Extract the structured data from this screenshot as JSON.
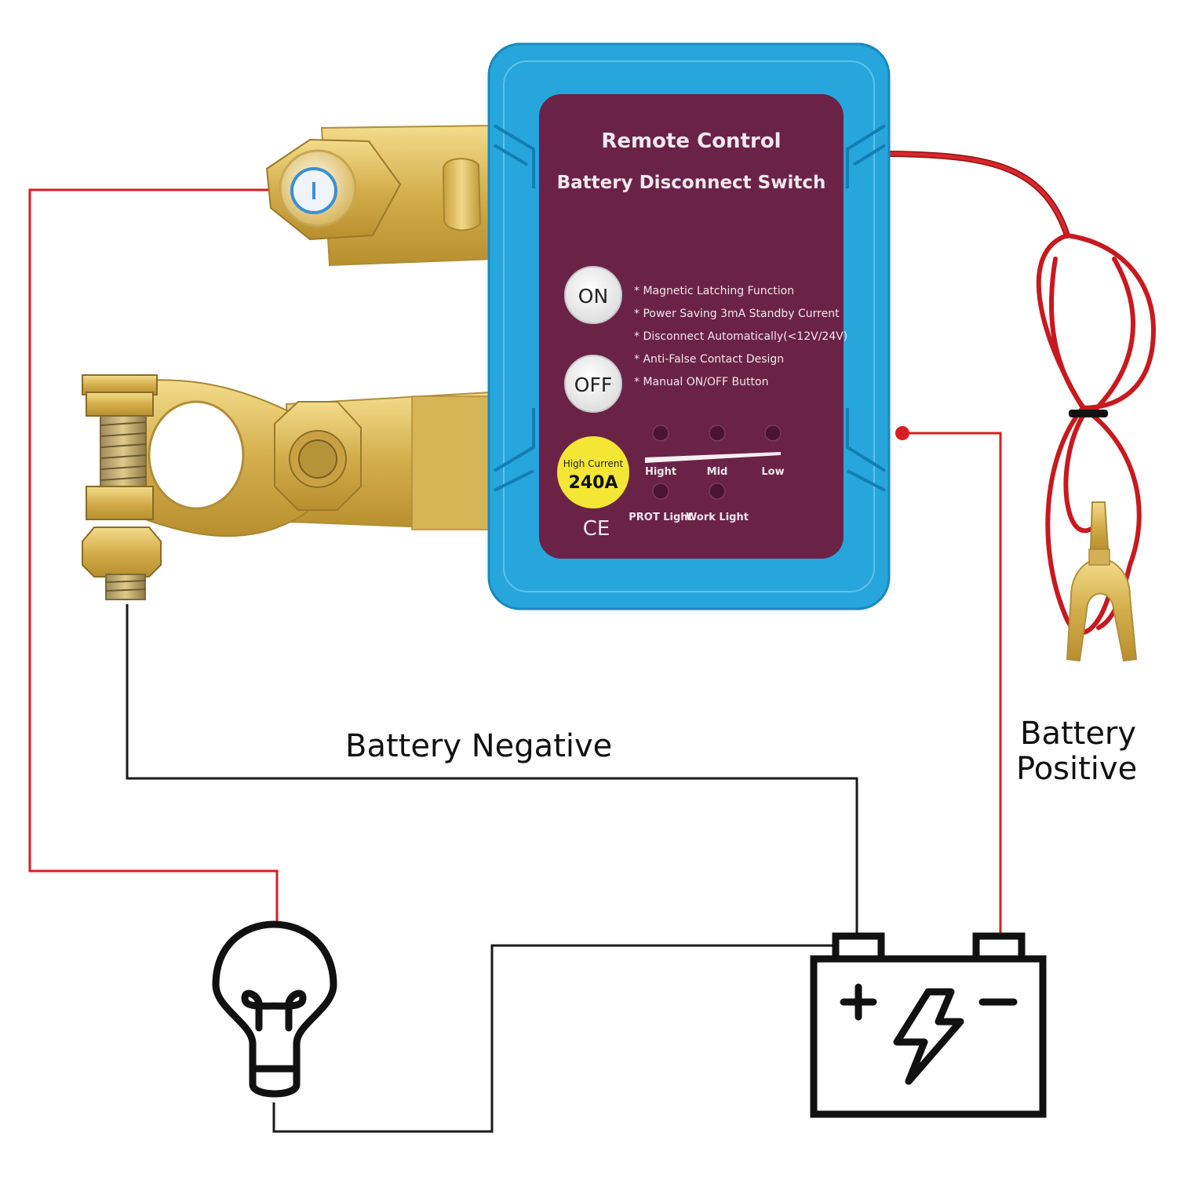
{
  "device": {
    "title_line1": "Remote Control",
    "title_line2": "Battery Disconnect Switch",
    "buttons": {
      "on": "ON",
      "off": "OFF"
    },
    "features": [
      "* Magnetic Latching Function",
      "* Power Saving 3mA Standby Current",
      "* Disconnect Automatically(<12V/24V)",
      "* Anti-False Contact Design",
      "* Manual ON/OFF Button"
    ],
    "badge": {
      "line1": "High Current",
      "line2": "240A"
    },
    "levels": [
      "Hight",
      "Mid",
      "Low"
    ],
    "lights": [
      "PROT Light",
      "Work Light"
    ],
    "ce_mark": "CE"
  },
  "labels": {
    "negative": "Battery Negative",
    "positive_line1": "Battery",
    "positive_line2": "Positive"
  },
  "battery": {
    "plus": "+",
    "minus": "−"
  },
  "colors": {
    "housing": "#27a6dc",
    "panel": "#6a2347",
    "brass": "#d9b85a",
    "wire_red": "#d81e22",
    "wire_black": "#1a1a1a"
  },
  "icons": [
    "light-bulb-icon",
    "battery-icon",
    "lightning-icon",
    "power-icon"
  ]
}
